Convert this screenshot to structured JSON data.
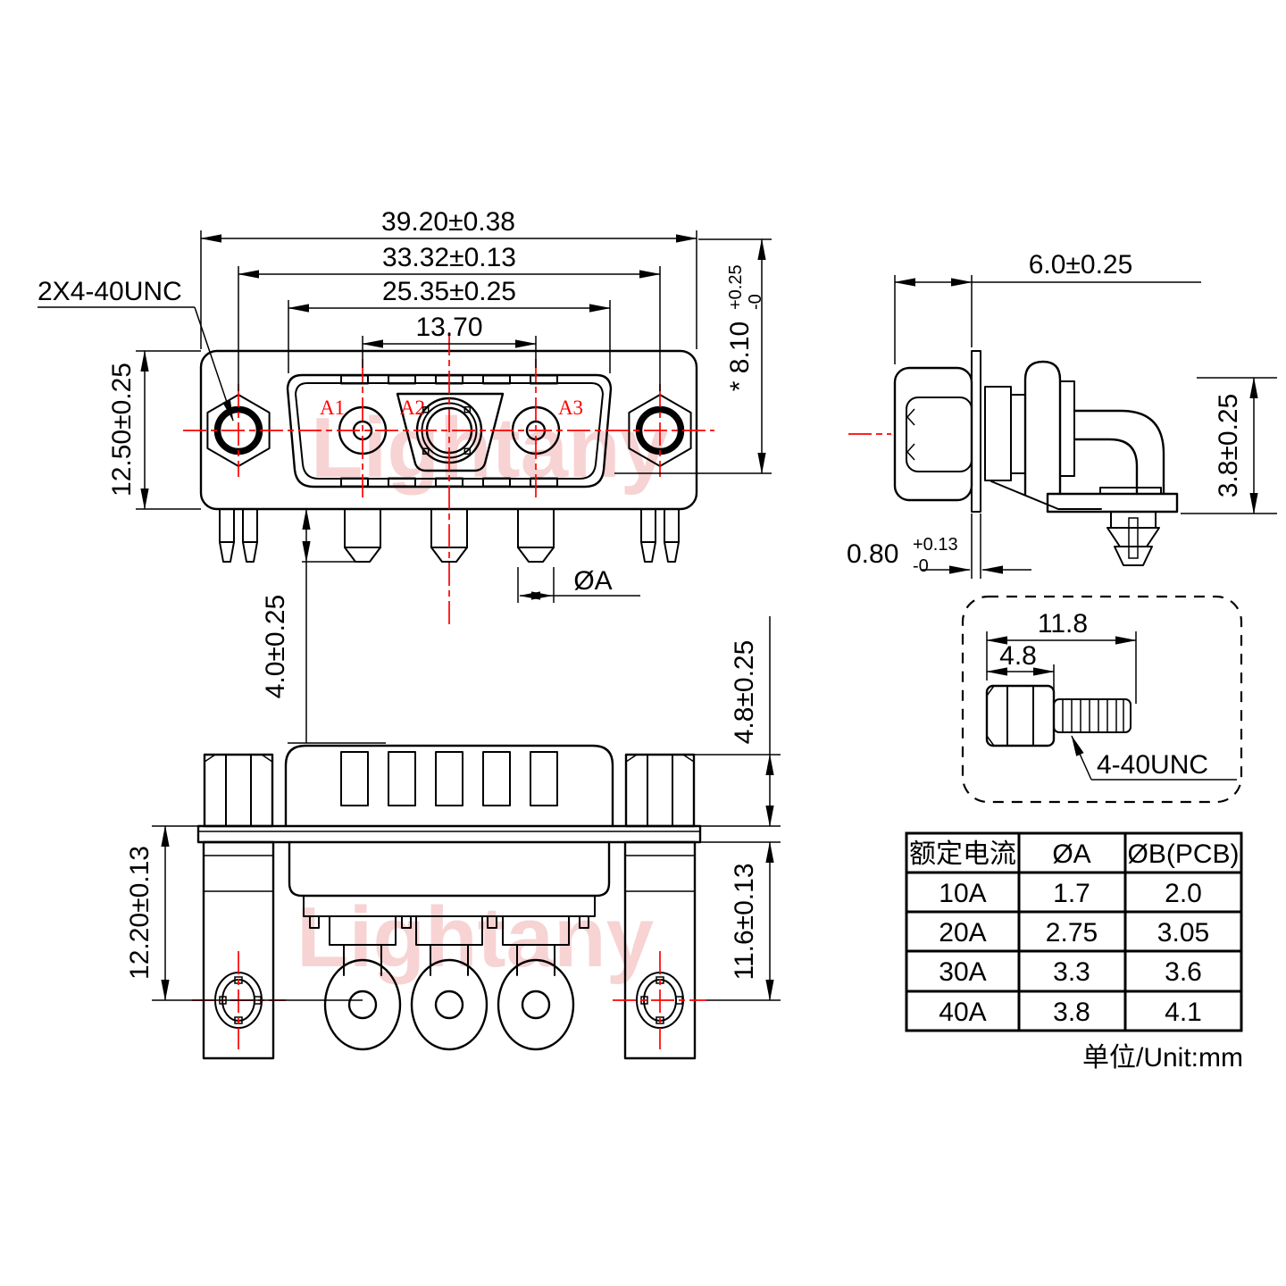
{
  "watermark": {
    "text": "Lightany"
  },
  "front_view": {
    "screw_thread_label": "2X4-40UNC",
    "dim_overall_width": "39.20±0.38",
    "dim_screw_spacing": "33.32±0.13",
    "dim_face_width": "25.35±0.25",
    "dim_contact_spacing": "13.70",
    "dim_flange_height": "12.50±0.25",
    "dim_face_height": "* 8.10",
    "dim_face_height_tol_plus": "+0.25",
    "dim_face_height_tol_minus": "-0",
    "dim_pin_standoff": "4.0±0.25",
    "dim_pin_diameter": "ØA",
    "contacts": [
      "A1",
      "A2",
      "A3"
    ]
  },
  "side_view": {
    "dim_nut_depth": "6.0±0.25",
    "dim_bracket_height": "3.8±0.25",
    "dim_flange_thickness": "0.80",
    "dim_flange_thickness_tol_plus": "+0.13",
    "dim_flange_thickness_tol_minus": "-0"
  },
  "bottom_view": {
    "dim_flange_to_pin": "12.20±0.13",
    "dim_pin_length": "11.6±0.13",
    "dim_standoff_height": "4.8±0.25"
  },
  "screw_detail": {
    "dim_overall_length": "11.8",
    "dim_head_length": "4.8",
    "thread_label": "4-40UNC"
  },
  "spec_table": {
    "headers": [
      "额定电流",
      "ØA",
      "ØB(PCB)"
    ],
    "rows": [
      [
        "10A",
        "1.7",
        "2.0"
      ],
      [
        "20A",
        "2.75",
        "3.05"
      ],
      [
        "30A",
        "3.3",
        "3.6"
      ],
      [
        "40A",
        "3.8",
        "4.1"
      ]
    ],
    "unit_note": "单位/Unit:mm"
  },
  "colors": {
    "line": "#000000",
    "accent_red": "#ff0000",
    "watermark_pink": "#f1a9a9"
  }
}
